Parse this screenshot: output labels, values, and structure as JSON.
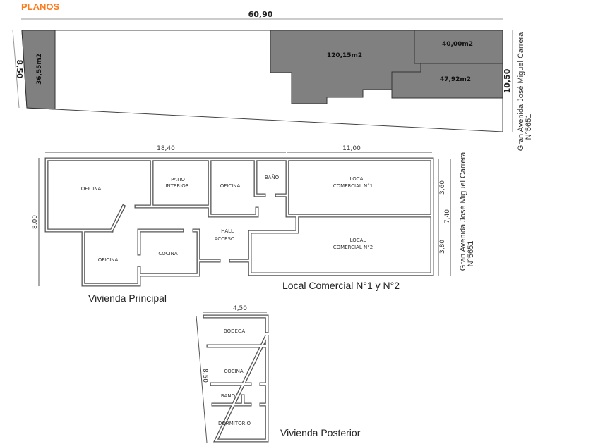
{
  "header": {
    "title": "PLANOS",
    "title_color": "#FF7A1A"
  },
  "site_plan": {
    "width_dim": "60,90",
    "left_dim": "8,50",
    "right_dim": "10,50",
    "areas": [
      "36,55m2",
      "120,15m2",
      "40,00m2",
      "47,92m2"
    ],
    "street": {
      "line1": "Gran Avenida  José Miguel Carrera",
      "line2": "N°5651"
    },
    "fill_color": "#808080"
  },
  "main_plan": {
    "dims": {
      "left_width": "18,40",
      "right_width": "11,00",
      "depth": "8,00",
      "local1_depth": "3,60",
      "local2_depth": "3,80",
      "total_depth": "7,40"
    },
    "rooms": {
      "oficina_1": "OFICINA",
      "patio": [
        "PATIO",
        "INTERIOR"
      ],
      "oficina_2": "OFICINA",
      "bano": "BAÑO",
      "local_1": [
        "LOCAL",
        "COMERCIAL N°1"
      ],
      "hall": [
        "HALL",
        "ACCESO"
      ],
      "cocina": "COCINA",
      "oficina_3": "OFICINA",
      "local_2": [
        "LOCAL",
        "COMERCIAL N°2"
      ]
    },
    "street": {
      "line1": "Gran Avenida  José Miguel Carrera",
      "line2": "N°5651"
    },
    "caption_principal": "Vivienda Principal",
    "caption_local": "Local Comercial N°1 y N°2"
  },
  "rear_plan": {
    "dims": {
      "width": "4,50",
      "depth": "8,50"
    },
    "rooms": {
      "bodega": "BODEGA",
      "cocina": "COCINA",
      "bano": "BAÑO",
      "dormitorio": "DORMITORIO"
    },
    "caption": "Vivienda Posterior"
  }
}
